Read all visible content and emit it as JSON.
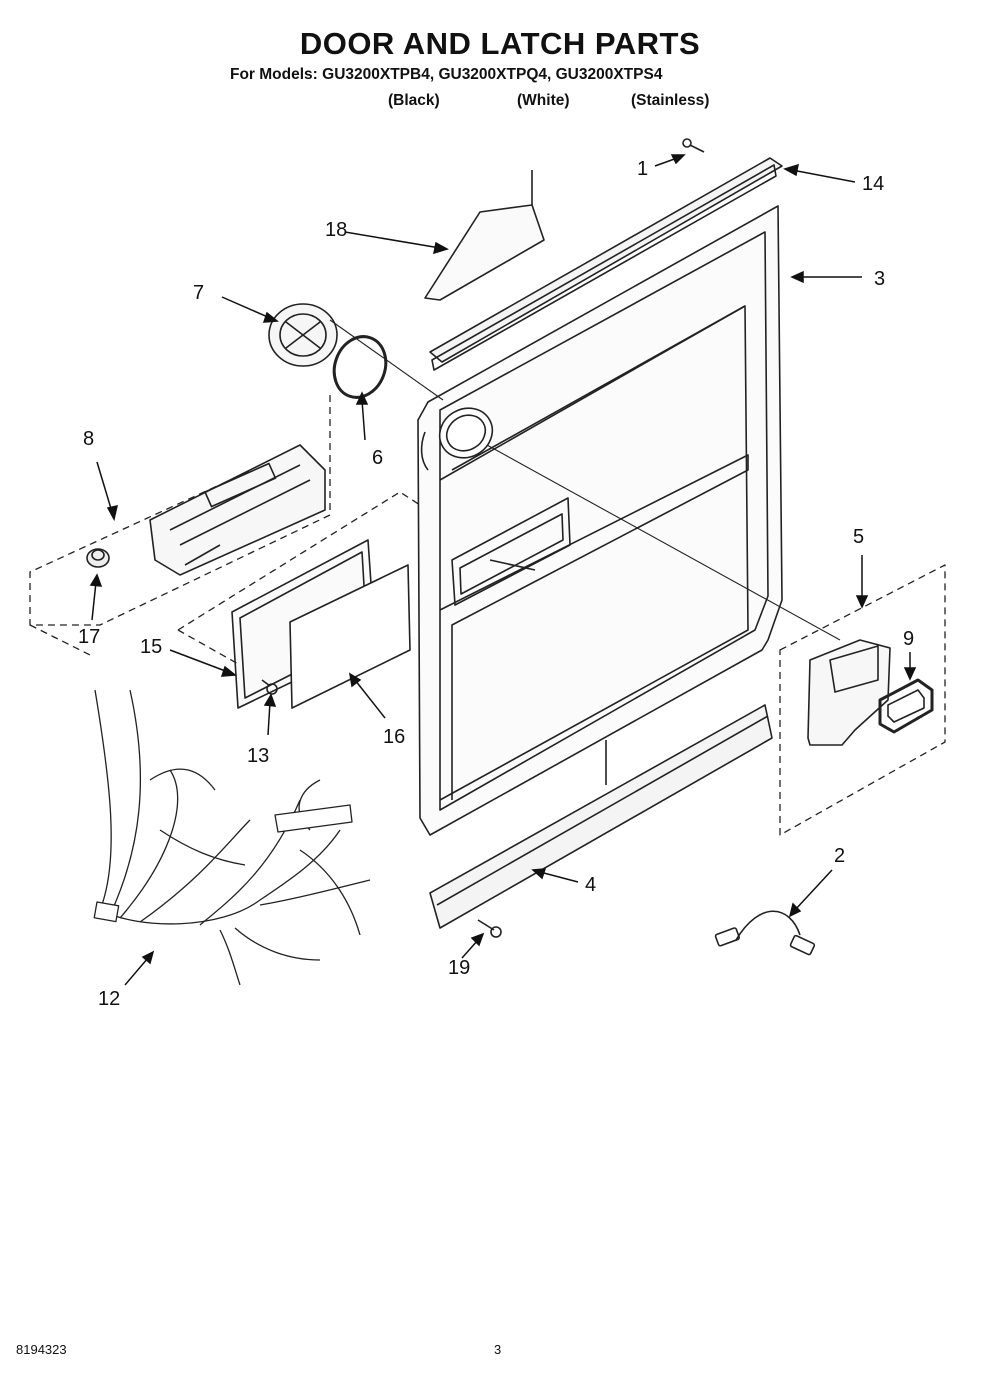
{
  "header": {
    "title": "DOOR AND LATCH PARTS",
    "models": "For Models: GU3200XTPB4, GU3200XTPQ4, GU3200XTPS4",
    "variants": [
      "(Black)",
      "(White)",
      "(Stainless)"
    ]
  },
  "callouts": {
    "c1": "1",
    "c2": "2",
    "c3": "3",
    "c4": "4",
    "c5": "5",
    "c6": "6",
    "c7": "7",
    "c8": "8",
    "c9": "9",
    "c12": "12",
    "c13": "13",
    "c14": "14",
    "c15": "15",
    "c16": "16",
    "c17": "17",
    "c18": "18",
    "c19": "19"
  },
  "footer": {
    "doc_number": "8194323",
    "page_number": "3"
  }
}
